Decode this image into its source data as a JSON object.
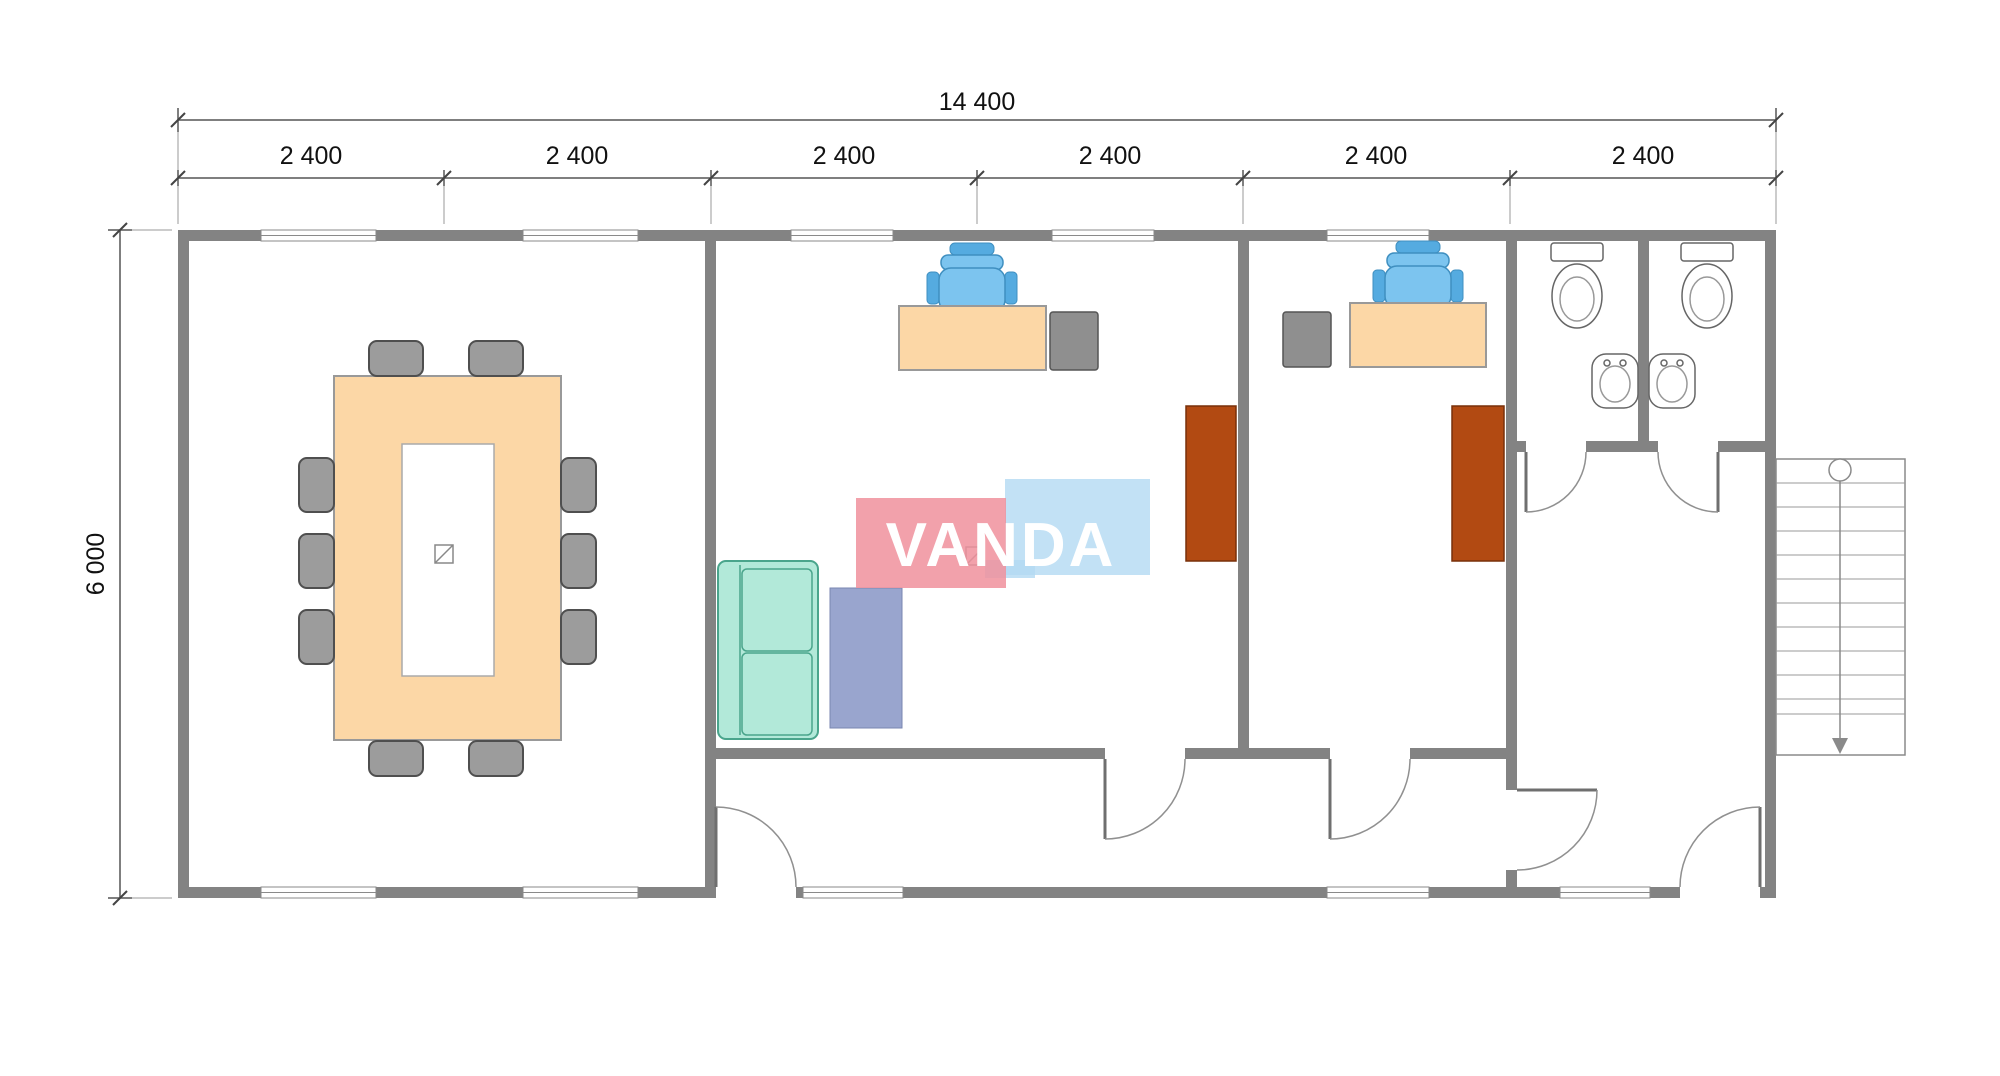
{
  "document": {
    "type": "architectural-floor-plan"
  },
  "dimensions": {
    "overall_width_label": "14 400",
    "height_label": "6 000",
    "segment_labels": [
      "2 400",
      "2 400",
      "2 400",
      "2 400",
      "2 400",
      "2 400"
    ]
  },
  "watermark": {
    "brand": "VANDA"
  },
  "colors": {
    "wall": "#838383",
    "wood": "#fcd7a6",
    "chair-gray": "#9c9c9c",
    "chair-blue": "#7cc4ef",
    "chair-blue-dark": "#55abe0",
    "sofa": "#b2e9d9",
    "sofa-line": "#4aa58c",
    "rug": "#8e9cc9",
    "rust": "#b24a12",
    "cabinet-gray": "#8f8f8f",
    "logo-pink": "#f0909c",
    "logo-blue": "#b3d9f2"
  }
}
